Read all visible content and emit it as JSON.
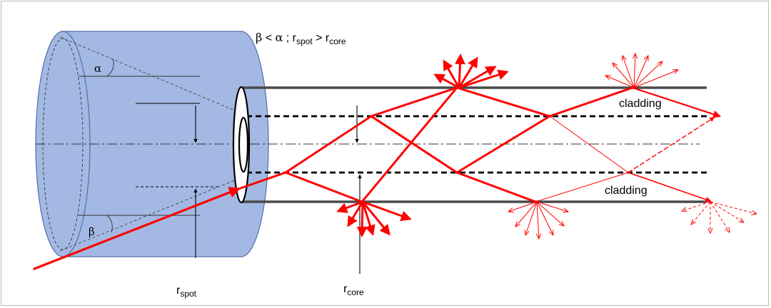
{
  "condition": {
    "beta": "β",
    "lt": " < ",
    "alpha": "α",
    "sep": " ; ",
    "r1": "r",
    "r1_sub": "spot",
    "gt": " > ",
    "r2": "r",
    "r2_sub": "core"
  },
  "angle_alpha": "α",
  "angle_beta": "β",
  "cladding_top": "cladding",
  "cladding_bottom": "cladding",
  "r_spot": {
    "r": "r",
    "sub": "spot"
  },
  "r_core": {
    "r": "r",
    "sub": "core"
  },
  "colors": {
    "lens_fill": "#a3b9e3",
    "lens_stroke": "#4d6fa8",
    "ray": "#ff0000",
    "fiber_line": "#4a4a4a"
  }
}
